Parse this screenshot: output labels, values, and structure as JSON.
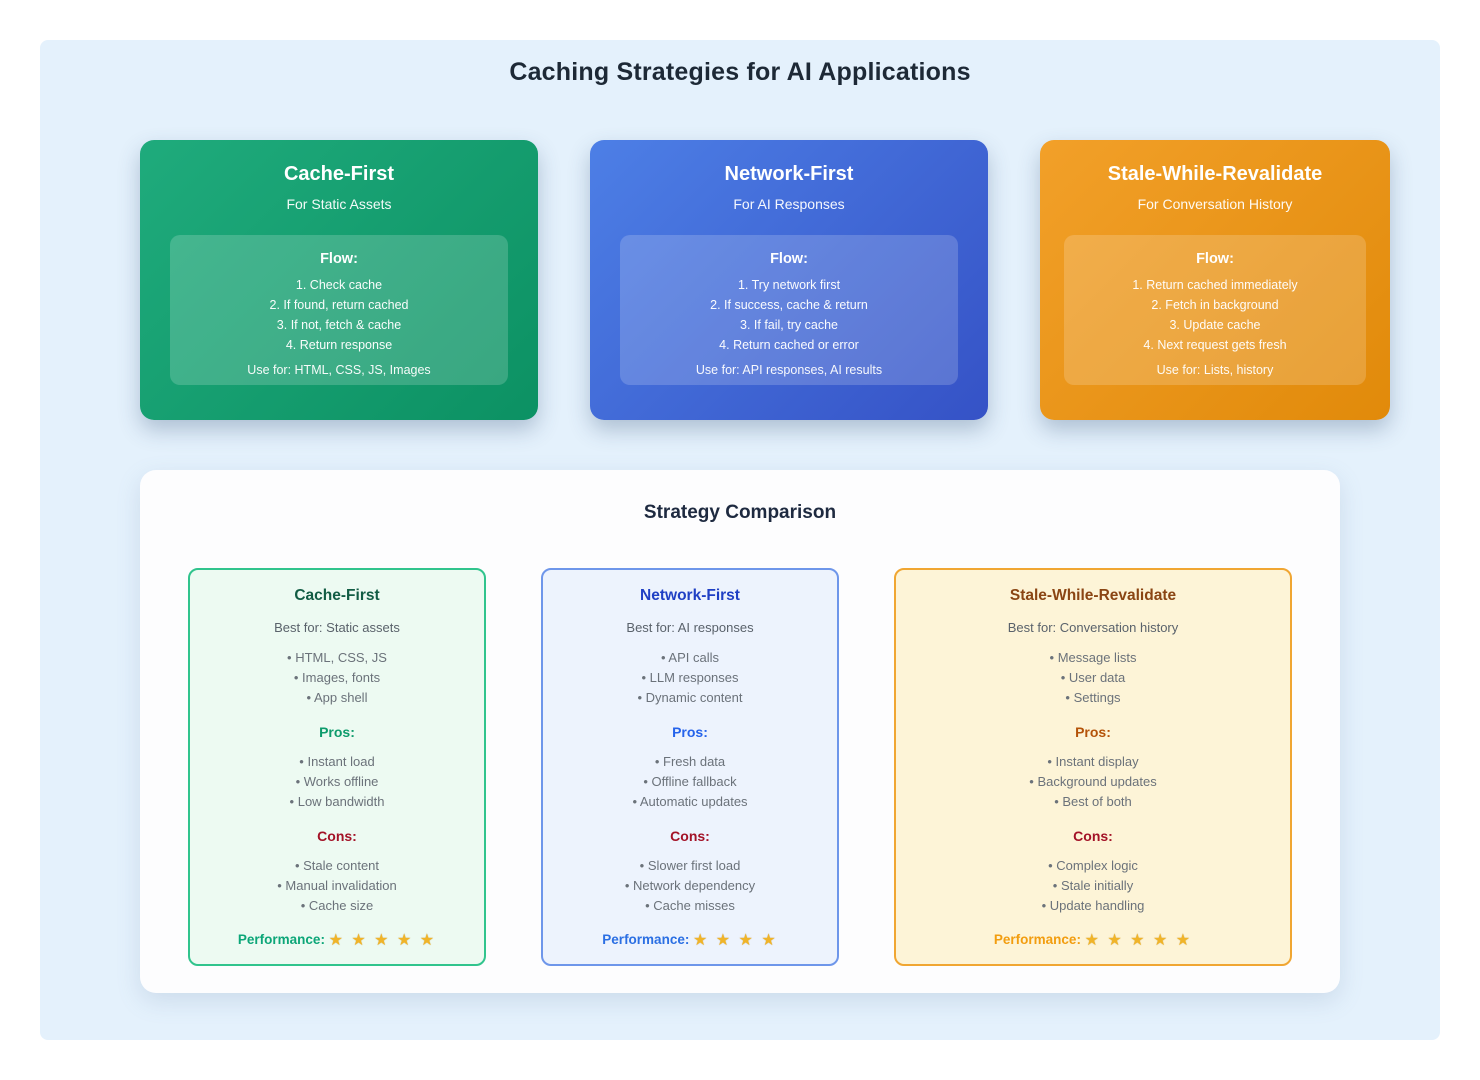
{
  "page": {
    "title": "Caching Strategies for AI Applications"
  },
  "colors": {
    "background": "#e4f1fc",
    "cons": "#a31227",
    "star": "#f0b429"
  },
  "strategy_cards": [
    {
      "title": "Cache-First",
      "subtitle": "For Static Assets",
      "flow_label": "Flow:",
      "steps": [
        "1. Check cache",
        "2. If found, return cached",
        "3. If not, fetch & cache",
        "4. Return response"
      ],
      "use_for": "Use for: HTML, CSS, JS, Images",
      "colors": {
        "gradient_start": "#1fab7c",
        "gradient_end": "#0c9163"
      }
    },
    {
      "title": "Network-First",
      "subtitle": "For AI Responses",
      "flow_label": "Flow:",
      "steps": [
        "1. Try network first",
        "2. If success, cache & return",
        "3. If fail, try cache",
        "4. Return cached or error"
      ],
      "use_for": "Use for: API responses, AI results",
      "colors": {
        "gradient_start": "#4d7fe6",
        "gradient_end": "#3552c6"
      }
    },
    {
      "title": "Stale-While-Revalidate",
      "subtitle": "For Conversation History",
      "flow_label": "Flow:",
      "steps": [
        "1. Return cached immediately",
        "2. Fetch in background",
        "3. Update cache",
        "4. Next request gets fresh"
      ],
      "use_for": "Use for: Lists, history",
      "colors": {
        "gradient_start": "#f2a029",
        "gradient_end": "#e18a0a"
      }
    }
  ],
  "comparison": {
    "title": "Strategy Comparison",
    "cards": [
      {
        "title": "Cache-First",
        "best_for": "Best for: Static assets",
        "items": [
          "HTML, CSS, JS",
          "Images, fonts",
          "App shell"
        ],
        "pros_label": "Pros:",
        "pros": [
          "Instant load",
          "Works offline",
          "Low bandwidth"
        ],
        "cons_label": "Cons:",
        "cons": [
          "Stale content",
          "Manual invalidation",
          "Cache size"
        ],
        "performance_label": "Performance:",
        "stars": 5,
        "colors": {
          "bg": "#edfaf2",
          "border": "#31c48d",
          "title": "#125c44",
          "pros": "#0d9b6c",
          "perf": "#0ca678"
        }
      },
      {
        "title": "Network-First",
        "best_for": "Best for: AI responses",
        "items": [
          "API calls",
          "LLM responses",
          "Dynamic content"
        ],
        "pros_label": "Pros:",
        "pros": [
          "Fresh data",
          "Offline fallback",
          "Automatic updates"
        ],
        "cons_label": "Cons:",
        "cons": [
          "Slower first load",
          "Network dependency",
          "Cache misses"
        ],
        "performance_label": "Performance:",
        "stars": 4,
        "colors": {
          "bg": "#edf3fd",
          "border": "#6e96ea",
          "title": "#1f3fc4",
          "pros": "#2563eb",
          "perf": "#2b6fe3"
        }
      },
      {
        "title": "Stale-While-Revalidate",
        "best_for": "Best for: Conversation history",
        "items": [
          "Message lists",
          "User data",
          "Settings"
        ],
        "pros_label": "Pros:",
        "pros": [
          "Instant display",
          "Background updates",
          "Best of both"
        ],
        "cons_label": "Cons:",
        "cons": [
          "Complex logic",
          "Stale initially",
          "Update handling"
        ],
        "performance_label": "Performance:",
        "stars": 5,
        "colors": {
          "bg": "#fdf4d7",
          "border": "#f0a632",
          "title": "#8a4513",
          "pros": "#b45309",
          "perf": "#f29d0f"
        }
      }
    ]
  }
}
